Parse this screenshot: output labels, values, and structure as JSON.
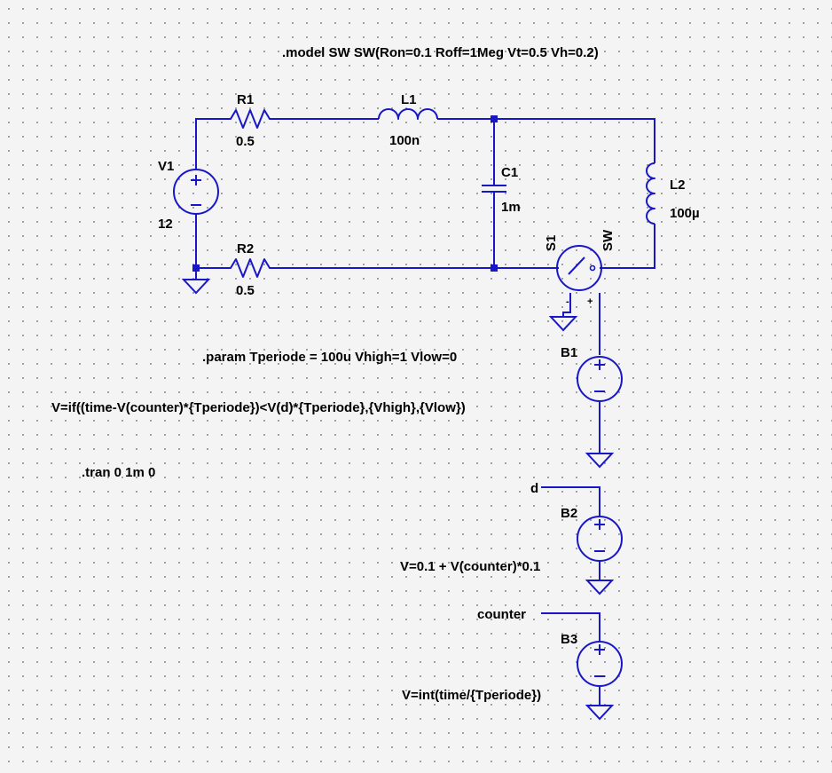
{
  "directives": {
    "model": ".model SW SW(Ron=0.1 Roff=1Meg Vt=0.5 Vh=0.2)",
    "param": ".param Tperiode = 100u Vhigh=1 Vlow=0",
    "tran": ".tran 0 1m 0"
  },
  "components": {
    "V1": {
      "name": "V1",
      "value": "12"
    },
    "R1": {
      "name": "R1",
      "value": "0.5"
    },
    "R2": {
      "name": "R2",
      "value": "0.5"
    },
    "L1": {
      "name": "L1",
      "value": "100n"
    },
    "C1": {
      "name": "C1",
      "value": "1m"
    },
    "L2": {
      "name": "L2",
      "value": "100µ"
    },
    "S1": {
      "name": "S1",
      "model": "SW",
      "pin_minus": "-",
      "pin_plus": "+"
    },
    "B1": {
      "name": "B1",
      "expr": "V=if((time-V(counter)*{Tperiode})<V(d)*{Tperiode},{Vhigh},{Vlow})"
    },
    "B2": {
      "name": "B2",
      "expr": "V=0.1 + V(counter)*0.1"
    },
    "B3": {
      "name": "B3",
      "expr": "V=int(time/{Tperiode})"
    }
  },
  "nets": {
    "d": "d",
    "counter": "counter"
  },
  "colors": {
    "wire": "#1717c8",
    "text": "#000000",
    "background": "#f4f4f4",
    "grid_dot": "#8a8a8a"
  }
}
